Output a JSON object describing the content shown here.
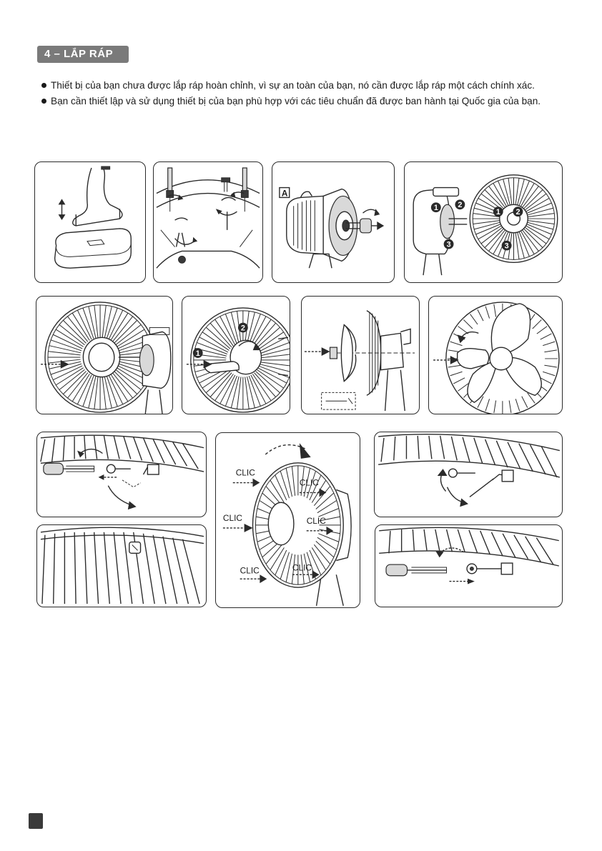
{
  "section": {
    "title": "4 – LẮP RÁP"
  },
  "intro": {
    "bullets": [
      "Thiết bị của bạn chưa được lắp ráp hoàn chỉnh, vì sự an toàn của bạn, nó cần được lắp ráp một cách chính xác.",
      "Bạn cần thiết lập và sử dụng thiết bị của bạn phù hợp với các tiêu chuẩn đã được ban hành tại Quốc gia của bạn."
    ]
  },
  "figures": {
    "label_a": "A",
    "numbers": [
      "1",
      "2",
      "3"
    ],
    "clic": "CLIC"
  },
  "colors": {
    "line": "#2a2a2a",
    "badge": "#7a7a7a"
  }
}
